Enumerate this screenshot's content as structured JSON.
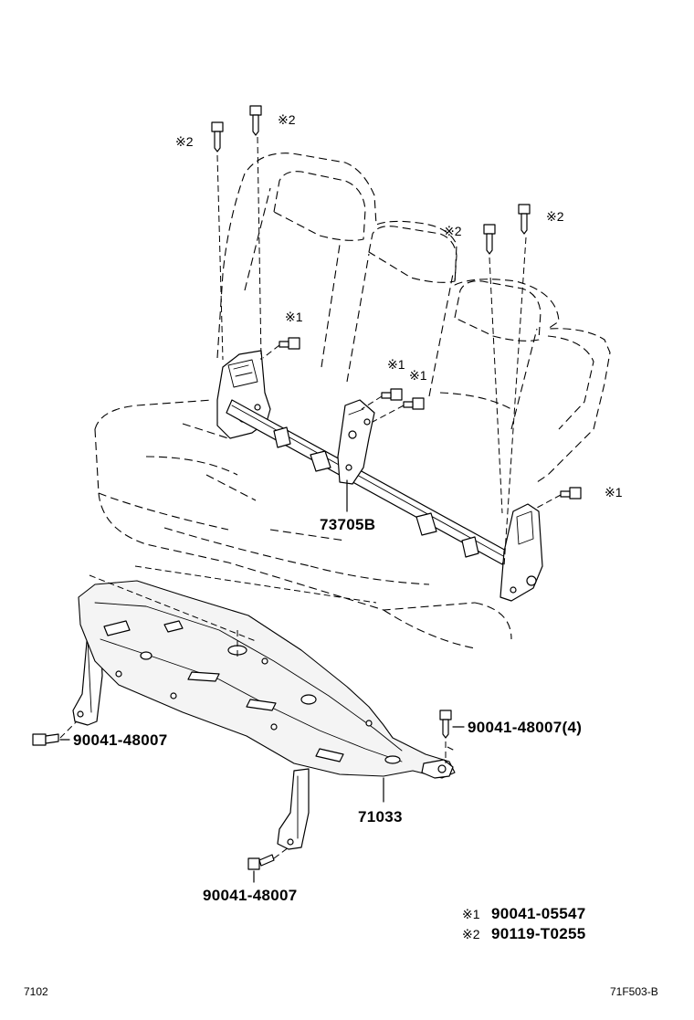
{
  "diagram": {
    "part_labels": {
      "hinge_bracket": "73705B",
      "seat_frame": "71033",
      "bolt_left_side": "90041-48007",
      "bolt_right_side": "90041-48007(4)",
      "bolt_bottom": "90041-48007"
    },
    "marks": {
      "mark1": "※1",
      "mark2": "※2"
    },
    "legend": [
      {
        "mark": "※1",
        "part": "90041-05547"
      },
      {
        "mark": "※2",
        "part": "90119-T0255"
      }
    ],
    "footer": {
      "left_code": "7102",
      "right_code": "71F503-B"
    }
  }
}
